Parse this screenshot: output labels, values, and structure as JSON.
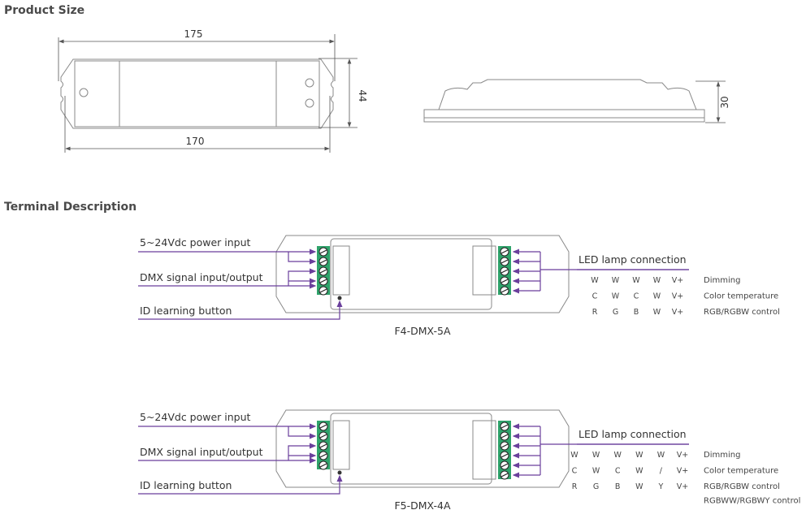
{
  "sections": {
    "product_size": "Product Size",
    "terminal_description": "Terminal Description"
  },
  "dimensions": {
    "overall_length": "175",
    "mount_length": "170",
    "width": "44",
    "height": "30"
  },
  "devices": [
    {
      "model": "F4-DMX-5A",
      "labels": {
        "power": "5~24Vdc power input",
        "dmx": "DMX signal input/output",
        "id": "ID learning button",
        "led": "LED lamp connection"
      },
      "columns": 5,
      "rows": [
        {
          "cells": [
            "W",
            "W",
            "W",
            "W",
            "V+"
          ],
          "desc": "Dimming"
        },
        {
          "cells": [
            "C",
            "W",
            "C",
            "W",
            "V+"
          ],
          "desc": "Color temperature"
        },
        {
          "cells": [
            "R",
            "G",
            "B",
            "W",
            "V+"
          ],
          "desc": "RGB/RGBW control"
        }
      ]
    },
    {
      "model": "F5-DMX-4A",
      "labels": {
        "power": "5~24Vdc power input",
        "dmx": "DMX signal input/output",
        "id": "ID learning button",
        "led": "LED lamp connection"
      },
      "columns": 6,
      "rows": [
        {
          "cells": [
            "W",
            "W",
            "W",
            "W",
            "W",
            "V+"
          ],
          "desc": "Dimming"
        },
        {
          "cells": [
            "C",
            "W",
            "C",
            "W",
            "/",
            "V+"
          ],
          "desc": "Color temperature"
        },
        {
          "cells": [
            "R",
            "G",
            "B",
            "W",
            "Y",
            "V+"
          ],
          "desc": "RGB/RGBW control"
        },
        {
          "cells": [],
          "desc": "RGBWW/RGBWY control"
        }
      ]
    }
  ],
  "colors": {
    "arrow": "#6a3f9c",
    "terminal": "#2fa36b"
  }
}
